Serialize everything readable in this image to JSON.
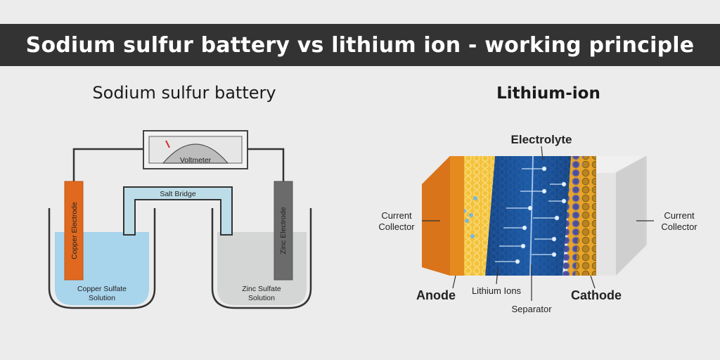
{
  "header": {
    "title": "Sodium sulfur battery vs lithium ion - working principle"
  },
  "left_panel": {
    "title": "Sodium sulfur battery",
    "voltmeter": "Voltmeter",
    "salt_bridge": "Salt Bridge",
    "copper_electrode": "Copper Electrode",
    "zinc_electrode": "Zinc Electrode",
    "copper_solution": [
      "Copper Sulfate",
      "Solution"
    ],
    "zinc_solution": [
      "Zinc Sulfate",
      "Solution"
    ]
  },
  "right_panel": {
    "title": "Lithium-ion",
    "electrolyte": "Electrolyte",
    "current_collector_left": [
      "Current",
      "Collector"
    ],
    "current_collector_right": [
      "Current",
      "Collector"
    ],
    "anode": "Anode",
    "cathode": "Cathode",
    "lithium_ions": "Lithium Ions",
    "separator": "Separator"
  },
  "colors": {
    "banner": "#333333",
    "copper_electrode": "#e0691f",
    "zinc_electrode": "#6b6b6b",
    "copper_solution": "#a8d4ec",
    "zinc_solution": "#d3d6d4",
    "salt_bridge": "#bcdde7",
    "anode_collector": "#e58a1f",
    "anode_material": "#f4c23a",
    "electrolyte": "#1b4f93",
    "cathode_material": "#e6a42a",
    "cathode_collector": "#dcdcdc"
  }
}
